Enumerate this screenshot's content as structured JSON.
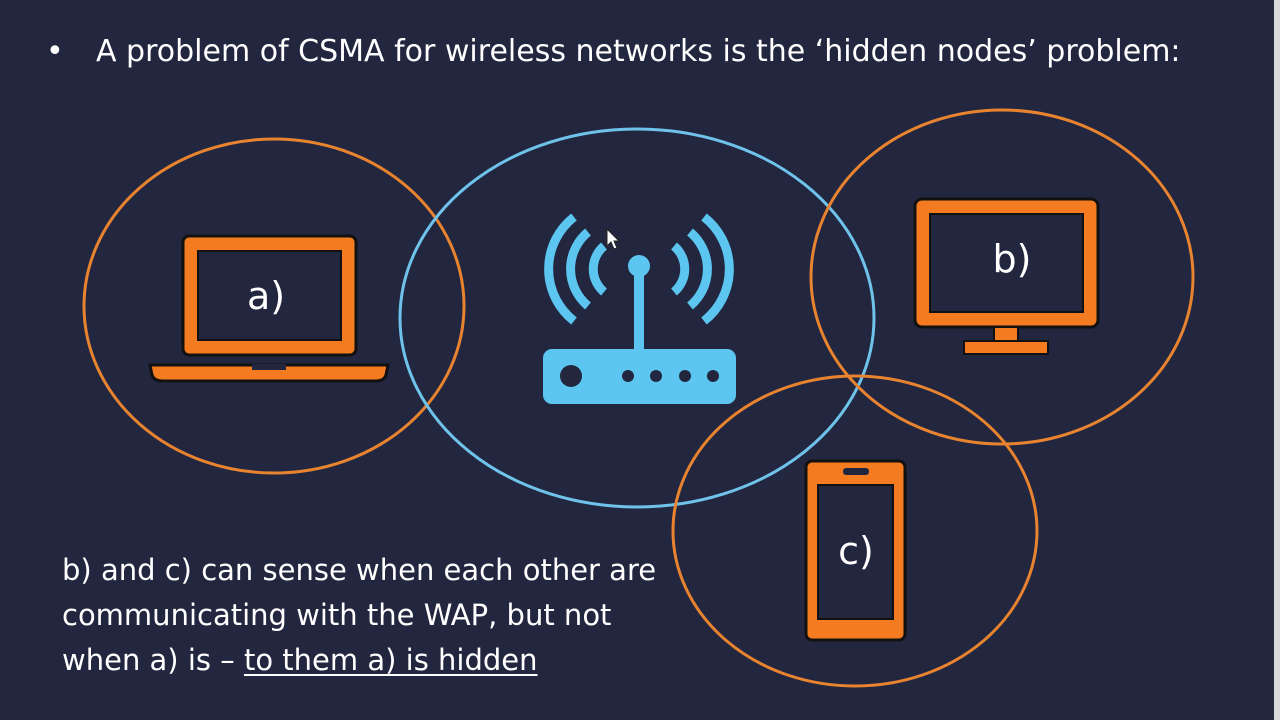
{
  "bullet": {
    "symbol": "•",
    "text": "A problem of CSMA for wireless networks is the ‘hidden nodes’ problem:"
  },
  "nodes": {
    "a": {
      "label": "a)",
      "icon": "laptop-icon"
    },
    "b": {
      "label": "b)",
      "icon": "monitor-icon"
    },
    "c": {
      "label": "c)",
      "icon": "smartphone-icon"
    },
    "wap": {
      "icon": "wireless-router-icon"
    }
  },
  "note": {
    "text_plain": "b) and c) can sense when each other are communicating with the WAP, but not when a) is – ",
    "text_underlined": "to them a) is hidden"
  },
  "colors": {
    "background": "#22263f",
    "device_orange": "#f47b20",
    "range_orange": "#e8832f",
    "range_blue": "#6fc3ea",
    "router_blue": "#5cc6f0",
    "text": "#ffffff"
  }
}
